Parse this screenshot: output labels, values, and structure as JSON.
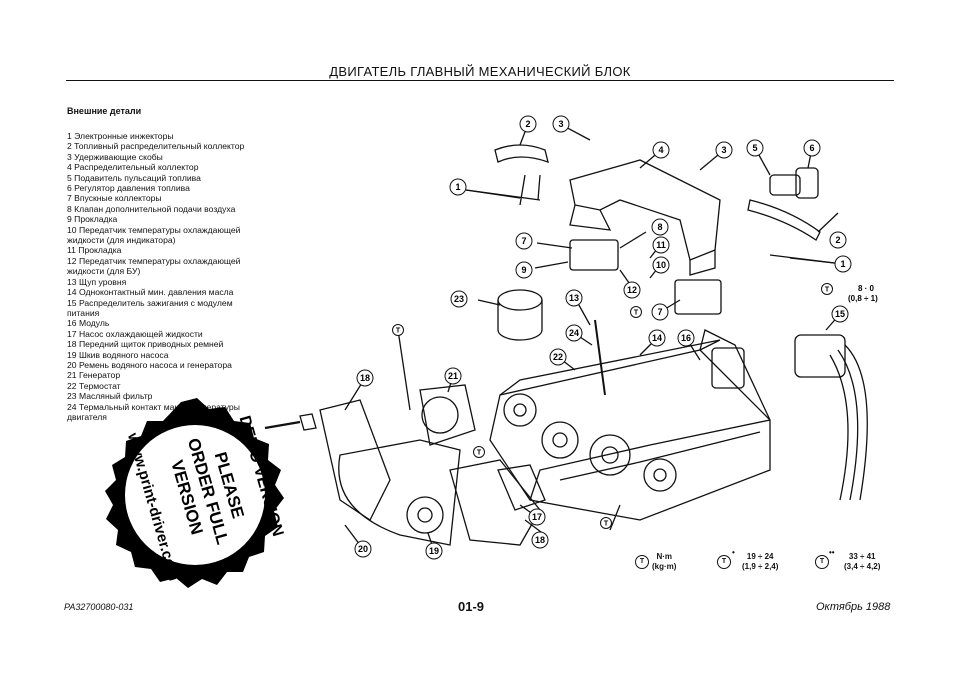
{
  "header": {
    "title": "ДВИГАТЕЛЬ ГЛАВНЫЙ МЕХАНИЧЕСКИЙ БЛОК"
  },
  "legend": {
    "title": "Внешние детали",
    "items": [
      "1 Электронные инжекторы",
      "2 Топливный распределительный коллектор",
      "3 Удерживающие скобы",
      "4 Распределительный коллектор",
      "5 Подавитель пульсаций топлива",
      "6 Регулятор давления топлива",
      "7 Впускные коллекторы",
      "8 Клапан дополнительной подачи воздуха",
      "9 Прокладка",
      "10 Передатчик температуры охлаждающей жидкости (для индикатора)",
      "11 Прокладка",
      "12 Передатчик температуры охлаждающей жидкости (для БУ)",
      "13 Щуп уровня",
      "14 Одноконтактный мин. давления масла",
      "15 Распределитель зажигания с модулем питания",
      "16 Модуль",
      "17 Насос охлаждающей жидкости",
      "18 Передний щиток приводных ремней",
      "19 Шкив водяного насоса",
      "20 Ремень водяного насоса и генератора",
      "21 Генератор",
      "22 Термостат",
      "23 Масляный фильтр",
      "24 Термальный контакт макс. температуры двигателя"
    ]
  },
  "callouts": {
    "c1a": "1",
    "c1b": "1",
    "c2a": "2",
    "c2b": "2",
    "c3a": "3",
    "c3b": "3",
    "c4": "4",
    "c5": "5",
    "c6": "6",
    "c7a": "7",
    "c7b": "7",
    "c8": "8",
    "c9": "9",
    "c10": "10",
    "c11": "11",
    "c12": "12",
    "c13": "13",
    "c14": "14",
    "c15": "15",
    "c16": "16",
    "c17": "17",
    "c18": "18",
    "c19": "19",
    "c20": "20",
    "c21": "21",
    "c22": "22",
    "c23": "23",
    "c24": "24"
  },
  "torque_specs": {
    "spec_8": "8 · 0",
    "spec_8_kgm": "(0,8 ÷ 1)",
    "unit_nm": "N·m",
    "unit_kgm": "(kg·m)",
    "bullet": "•",
    "spec_1": "19 ÷ 24",
    "spec_1_kgm": "(1,9 ÷ 2,4)",
    "bullet2": "••",
    "spec_2": "33 ÷ 41",
    "spec_2_kgm": "(3,4 ÷ 4,2)",
    "icon": "T"
  },
  "stamp": {
    "line1": "DEMO VERSION",
    "line2": "PLEASE",
    "line3": "ORDER FULL",
    "line4": "VERSION",
    "url": "www.print-driver.com"
  },
  "footer": {
    "ref": "PA32700080-031",
    "page": "01-9",
    "date": "Октябрь 1988"
  }
}
